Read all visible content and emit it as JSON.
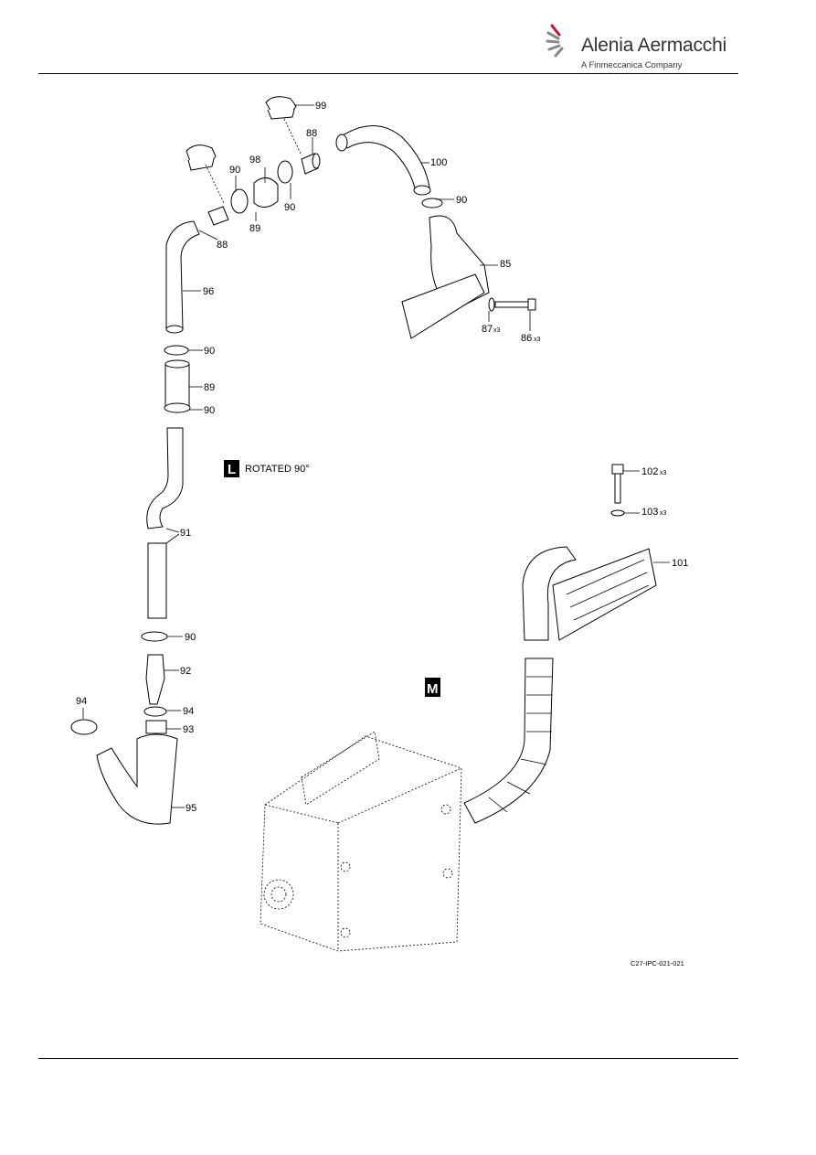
{
  "header": {
    "brand_name": "Alenia Aermacchi",
    "brand_sub": "A Finmeccanica Company",
    "logo_icon": "alenia-swoosh-logo"
  },
  "diagram": {
    "view_l_letter": "L",
    "view_l_caption": "ROTATED 90°",
    "view_m_letter": "M",
    "figure_id": "C27-IPC-021-021",
    "callouts": {
      "c99": "99",
      "c88a": "88",
      "c100": "100",
      "c98": "98",
      "c90a": "90",
      "c90b": "90",
      "c89a": "89",
      "c90c": "90",
      "c88b": "88",
      "c85": "85",
      "c96": "96",
      "c87": "87",
      "c87q": "x3",
      "c86": "86",
      "c86q": "x3",
      "c90d": "90",
      "c89b": "89",
      "c90e": "90",
      "c102": "102",
      "c102q": "x3",
      "c103": "103",
      "c103q": "x3",
      "c101": "101",
      "c91": "91",
      "c90f": "90",
      "c92": "92",
      "c94a": "94",
      "c94b": "94",
      "c93": "93",
      "c95": "95"
    }
  }
}
